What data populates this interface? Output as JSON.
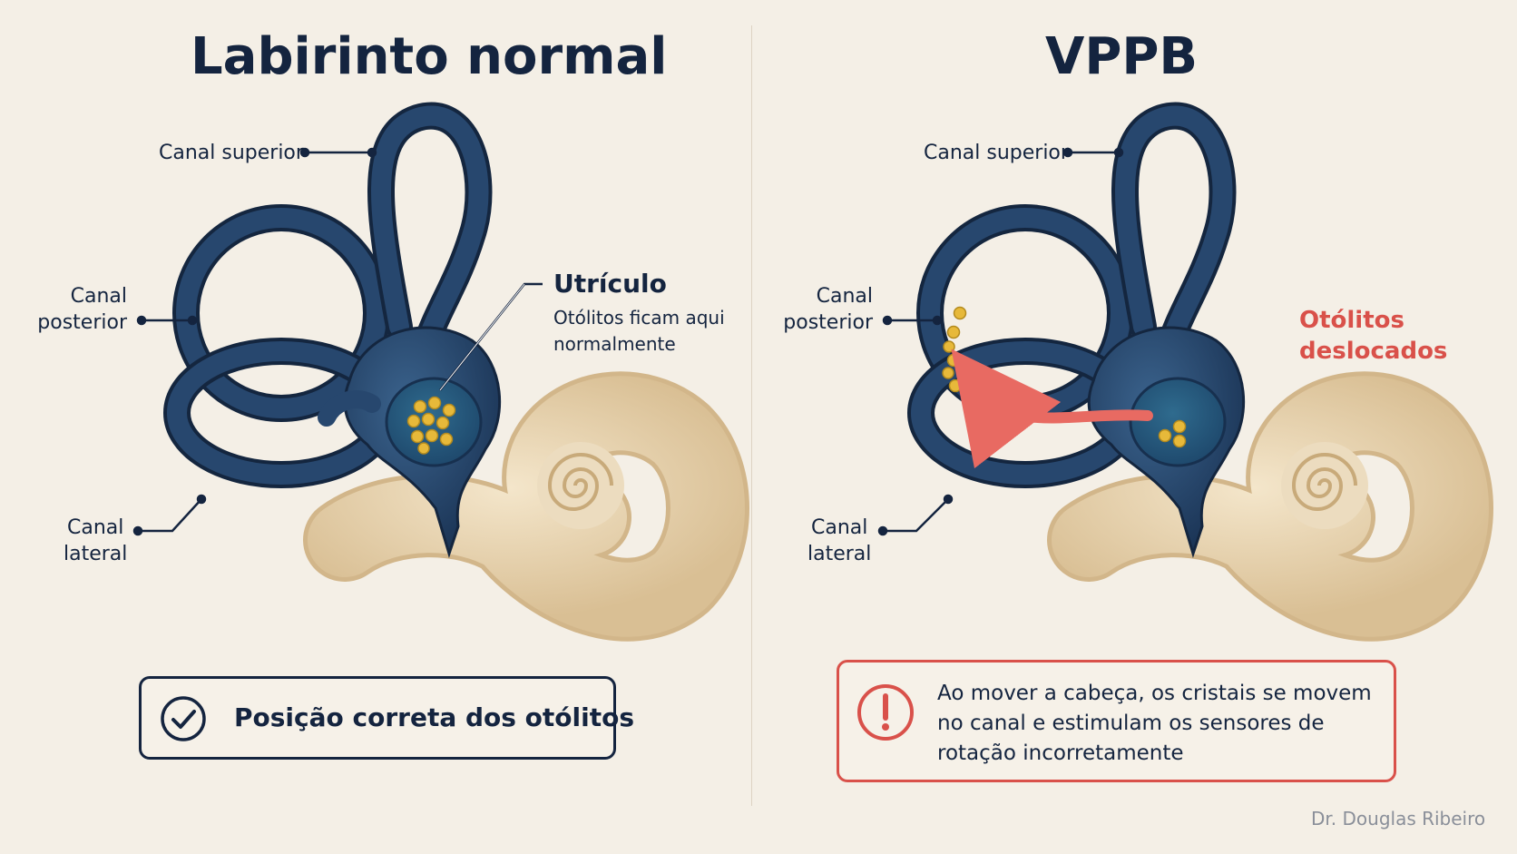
{
  "left_panel": {
    "title": "Labirinto normal",
    "labels": {
      "canal_superior": "Canal superior",
      "canal_posterior_1": "Canal",
      "canal_posterior_2": "posterior",
      "canal_lateral_1": "Canal",
      "canal_lateral_2": "lateral"
    },
    "utriculo": {
      "title": "Utrículo",
      "desc_1": "Otólitos ficam aqui",
      "desc_2": "normalmente"
    },
    "callout": {
      "icon": "check-circle-icon",
      "text": "Posição correta dos otólitos"
    }
  },
  "right_panel": {
    "title": "VPPB",
    "labels": {
      "canal_superior": "Canal superior",
      "canal_posterior_1": "Canal",
      "canal_posterior_2": "posterior",
      "canal_lateral_1": "Canal",
      "canal_lateral_2": "lateral"
    },
    "displaced_1": "Otólitos",
    "displaced_2": "deslocados",
    "callout": {
      "icon": "exclamation-circle-icon",
      "line_1": "Ao mover a cabeça, os cristais se movem",
      "line_2": "no canal e estimulam os sensores de",
      "line_3": "rotação incorretamente"
    }
  },
  "credit": "Dr. Douglas Ribeiro",
  "colors": {
    "labyrinth": "#1f3a5c",
    "cochlea": "#e8d4b0",
    "otolith": "#e7b93a",
    "accent_red": "#d9514a",
    "text": "#14243f",
    "background": "#f4efe6"
  }
}
